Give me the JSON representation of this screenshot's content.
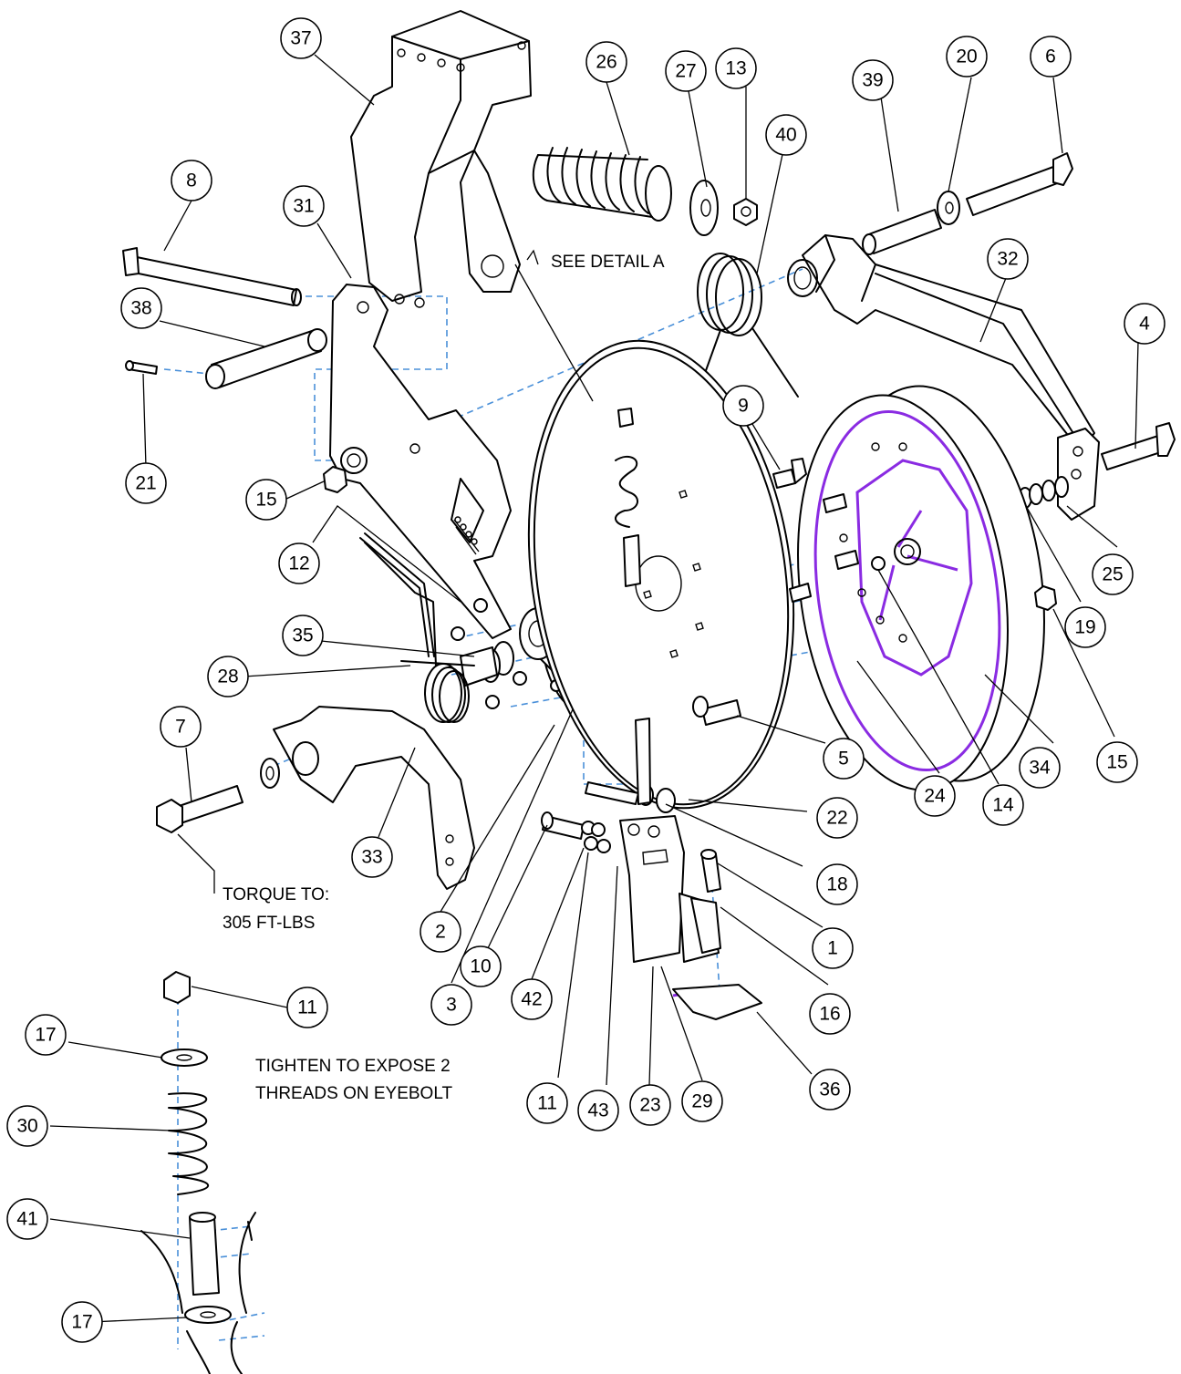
{
  "diagram": {
    "accent_color": "#8a2be2",
    "dash_color": "#4a90d9",
    "notes": {
      "see_detail": "SEE DETAIL A",
      "torque_line1": "TORQUE TO:",
      "torque_line2": "305 FT-LBS",
      "tighten_line1": "TIGHTEN TO EXPOSE 2",
      "tighten_line2": "THREADS ON EYEBOLT"
    },
    "callouts": [
      "37",
      "26",
      "27",
      "13",
      "40",
      "39",
      "20",
      "6",
      "8",
      "31",
      "38",
      "21",
      "15",
      "12",
      "32",
      "4",
      "9",
      "35",
      "28",
      "7",
      "33",
      "2",
      "10",
      "3",
      "42",
      "11",
      "43",
      "23",
      "29",
      "36",
      "16",
      "1",
      "18",
      "22",
      "5",
      "24",
      "14",
      "34",
      "15",
      "19",
      "25",
      "11",
      "17",
      "30",
      "41",
      "17"
    ]
  }
}
